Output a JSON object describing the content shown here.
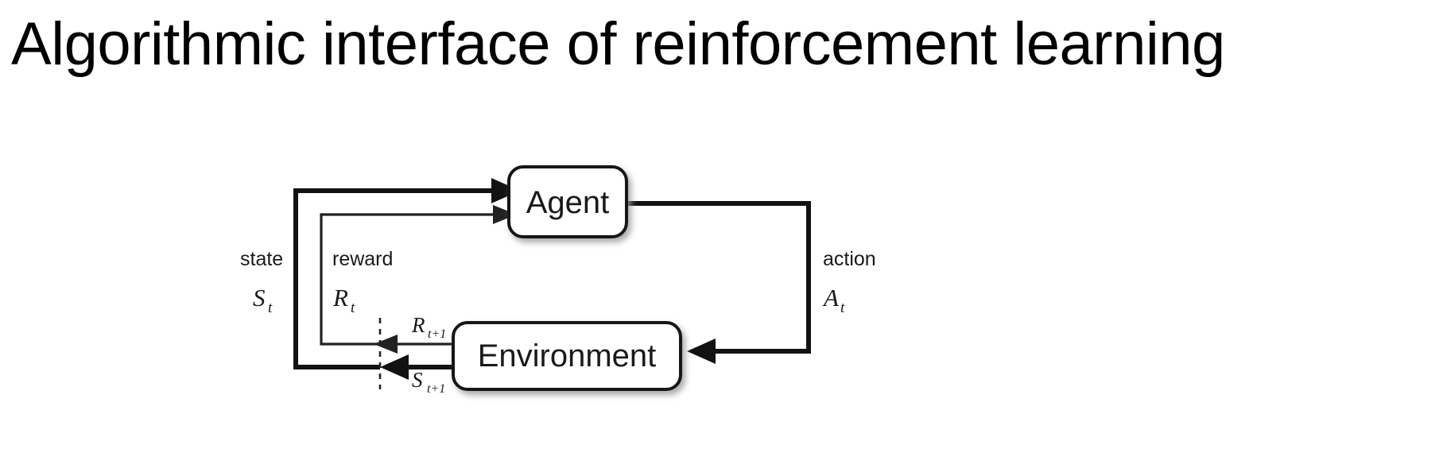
{
  "slide": {
    "title": "Algorithmic interface of reinforcement learning",
    "background_color": "#ffffff",
    "text_color": "#000000"
  },
  "diagram": {
    "name": "agent-environment-interaction-loop",
    "description": "Reinforcement learning agent-environment interface loop",
    "stroke_color": "#121212",
    "box_fill_color": "#ffffff",
    "nodes": {
      "agent": {
        "label": "Agent"
      },
      "environment": {
        "label": "Environment"
      }
    },
    "labels": {
      "state_word": "state",
      "state_symbol": "S",
      "state_subscript": "t",
      "reward_word": "reward",
      "reward_symbol": "R",
      "reward_subscript": "t",
      "action_word": "action",
      "action_symbol": "A",
      "action_subscript": "t",
      "next_reward_symbol": "R",
      "next_reward_subscript": "t+1",
      "next_state_symbol": "S",
      "next_state_subscript": "t+1"
    },
    "edges": [
      {
        "from": "environment",
        "to": "agent",
        "label": "state S_t",
        "style": "thick"
      },
      {
        "from": "environment",
        "to": "agent",
        "label": "reward R_t",
        "style": "thin"
      },
      {
        "from": "agent",
        "to": "environment",
        "label": "action A_t",
        "style": "thick"
      },
      {
        "from": "environment",
        "to": "time-step-boundary",
        "label": "R_t+1",
        "style": "thin"
      },
      {
        "from": "environment",
        "to": "time-step-boundary",
        "label": "S_t+1",
        "style": "thick"
      }
    ],
    "time_step_divider": "dashed-vertical-line"
  }
}
